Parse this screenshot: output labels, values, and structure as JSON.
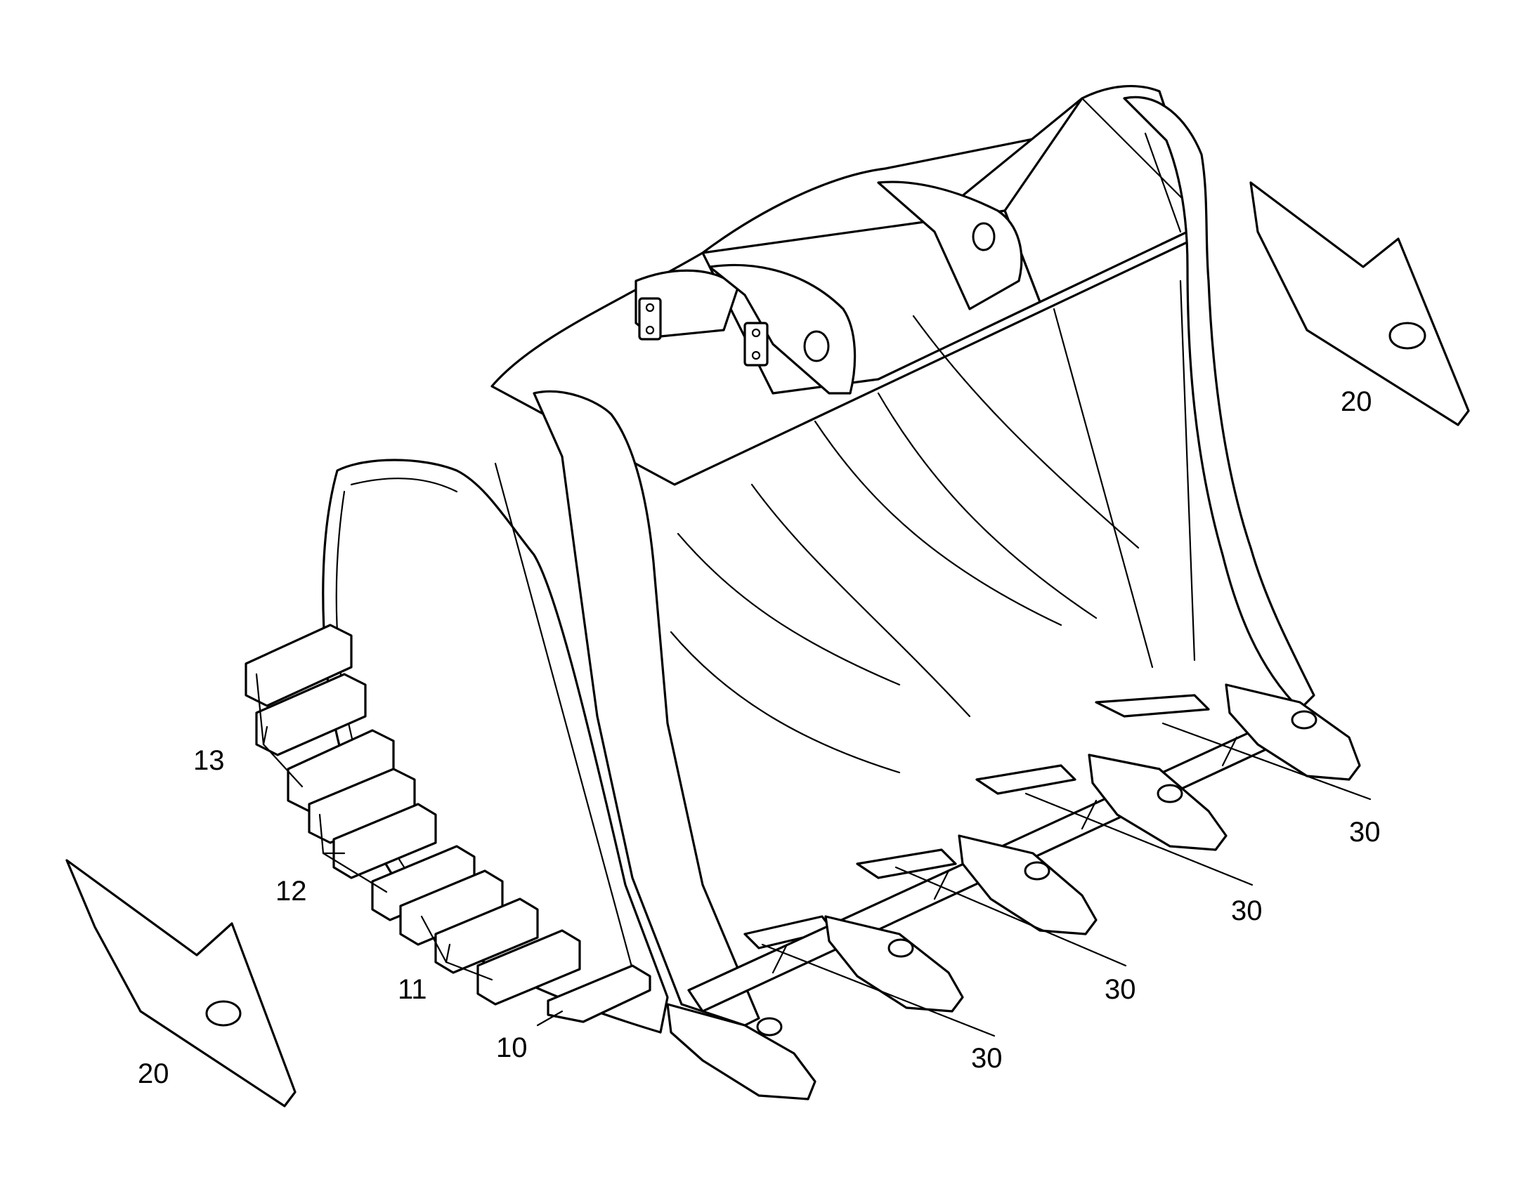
{
  "diagram": {
    "labels": {
      "tooth": "30",
      "side_plate": "20",
      "wear_strip_13": "13",
      "wear_strip_12": "12",
      "wear_strip_11": "11",
      "wear_strip_10": "10"
    }
  }
}
